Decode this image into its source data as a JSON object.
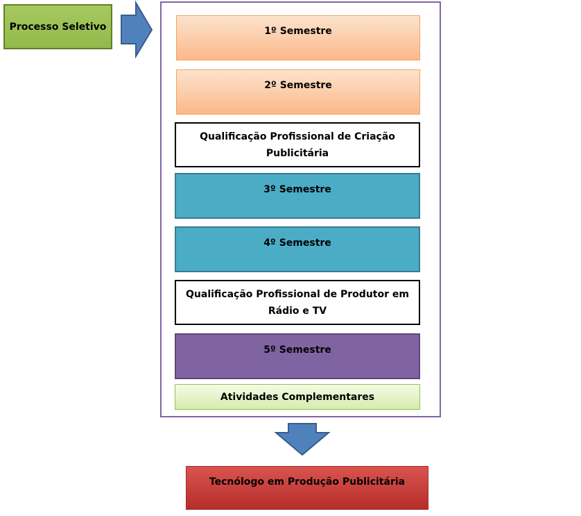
{
  "start": {
    "label": "Processo Seletivo"
  },
  "stages": [
    {
      "label": "1º Semestre"
    },
    {
      "label": "2º Semestre"
    },
    {
      "label": "Qualificação Profissional de Criação Publicitária"
    },
    {
      "label": "3º Semestre"
    },
    {
      "label": "4º Semestre"
    },
    {
      "label": "Qualificação Profissional de Produtor em Rádio e TV"
    },
    {
      "label": "5º Semestre"
    },
    {
      "label": "Atividades Complementares"
    }
  ],
  "result": {
    "label": "Tecnólogo em Produção Publicitária"
  },
  "colors": {
    "start": "#9bbb59",
    "semester_orange": "#fac090",
    "semester_teal": "#4bacc6",
    "semester_purple": "#8064a2",
    "complementary": "#d7e4bd",
    "result": "#c0504d",
    "arrow": "#4f81bd",
    "container_border": "#8064a2"
  },
  "icons": [
    "right-arrow-icon",
    "down-arrow-icon"
  ]
}
